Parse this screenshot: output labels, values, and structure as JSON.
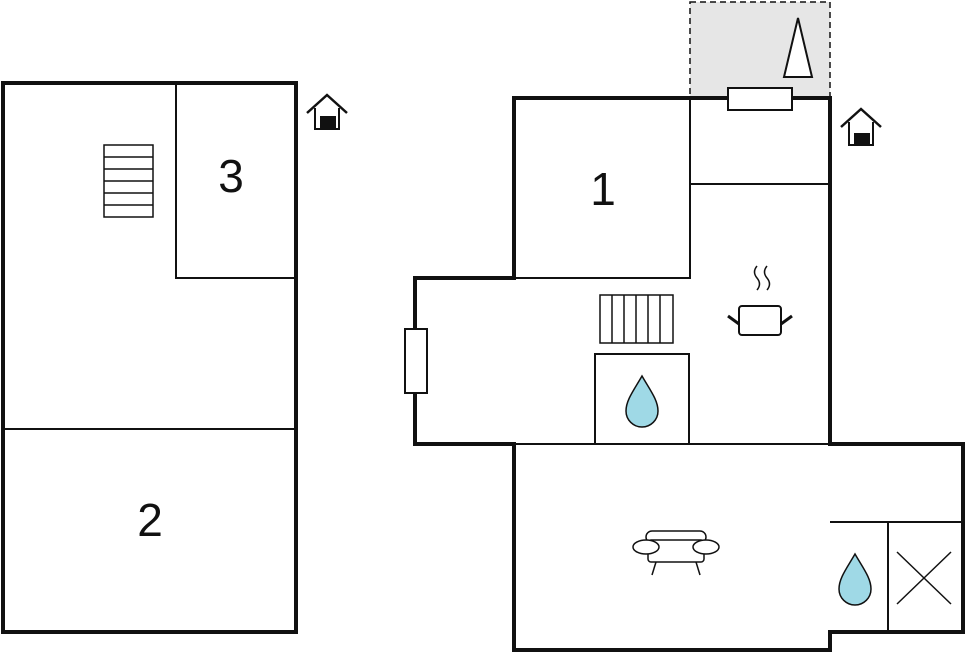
{
  "floor_plan": {
    "rooms": [
      {
        "label": "3"
      },
      {
        "label": "2"
      },
      {
        "label": "1"
      }
    ]
  },
  "colors": {
    "line": "#111111",
    "terrace_fill": "#e6e6e6",
    "water_drop": "#9fd9e6",
    "background": "#ffffff"
  },
  "icons": [
    "entrance-icon",
    "stairs-icon",
    "kitchen-pot-icon",
    "water-drop-icon",
    "sofa-icon",
    "north-arrow-icon",
    "window-icon",
    "cross-icon"
  ]
}
